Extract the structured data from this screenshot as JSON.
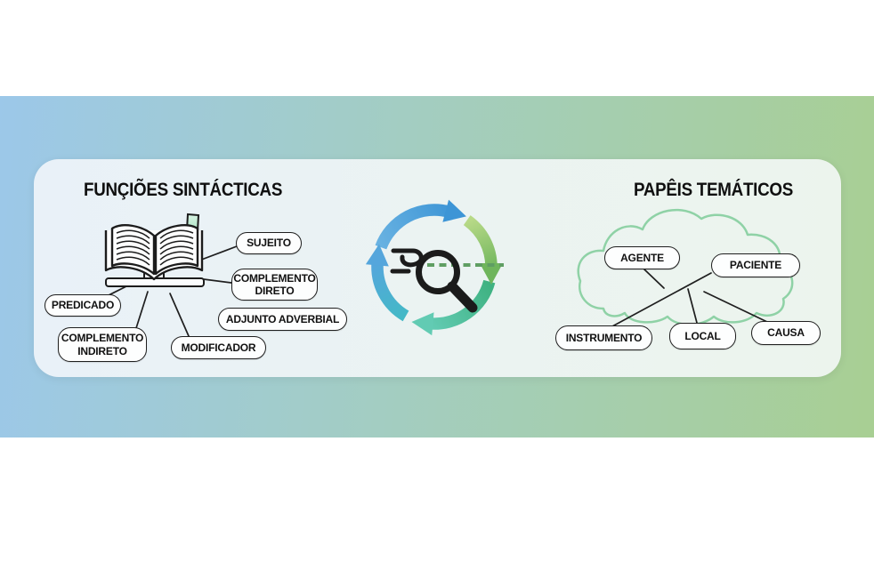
{
  "left_panel": {
    "title": "FUNÇIÕES SINTÁCTICAS",
    "icon": "open-book-icon",
    "nodes": {
      "predicado": "PREDICADO",
      "complemento_indireto": "COMPLEMENTO\nINDIRETO",
      "modificador": "MODIFICADOR",
      "sujeito": "SUJEITO",
      "complemento_direto": "COMPLEMENTO\nDIRETO",
      "adjunto_adverbial": "ADJUNTO ADVERBIAL"
    }
  },
  "center": {
    "icon": "cycle-search-icon",
    "colors": {
      "arrow_blue": "#3d95d6",
      "arrow_green": "#6fb55c",
      "arrow_teal": "#57c2a2",
      "dash_green": "#5f9e63",
      "glyph_black": "#1b1b1b"
    }
  },
  "right_panel": {
    "title": "PAPÊIS TEMÁTICOS",
    "icon": "cloud-icon",
    "cloud_color": "#8fd2a6",
    "nodes": {
      "agente": "AGENTE",
      "paciente": "PACIENTE",
      "instrumento": "INSTRUMENTO",
      "local": "LOCAL",
      "causa": "CAUSA"
    }
  },
  "background": {
    "gradient_left": "#9cc8e9",
    "gradient_right": "#a8cf93",
    "card_color": "#ebf3f2",
    "bookmark_green": "#8edcae"
  }
}
